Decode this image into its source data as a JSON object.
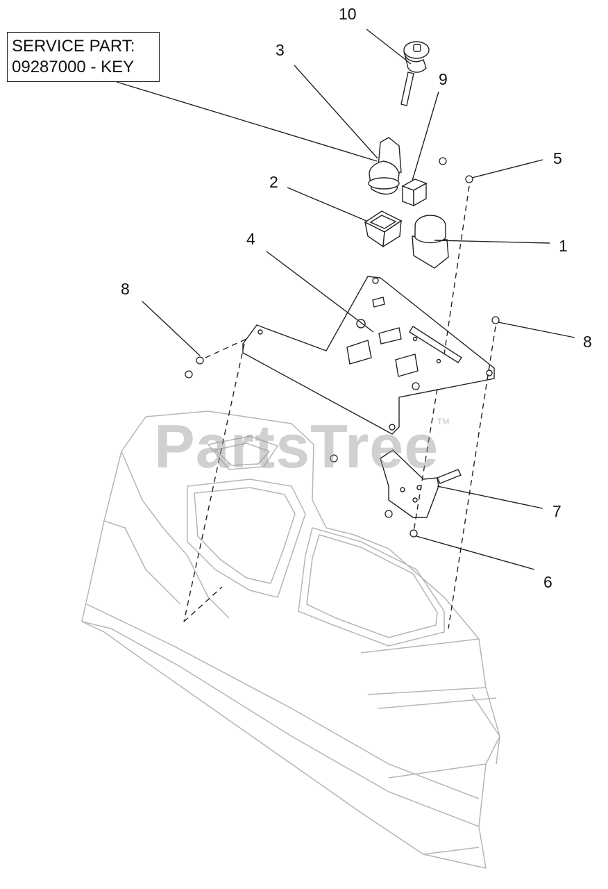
{
  "service_part": {
    "line1": "SERVICE PART:",
    "line2": "09287000 - KEY"
  },
  "watermark": {
    "text": "PartsTree",
    "tm": "TM"
  },
  "callouts": [
    "10",
    "3",
    "9",
    "5",
    "2",
    "1",
    "4",
    "8",
    "8",
    "7",
    "6"
  ],
  "colors": {
    "line": "#222222",
    "light_line": "#b5b5b5",
    "watermark": "#969696"
  }
}
